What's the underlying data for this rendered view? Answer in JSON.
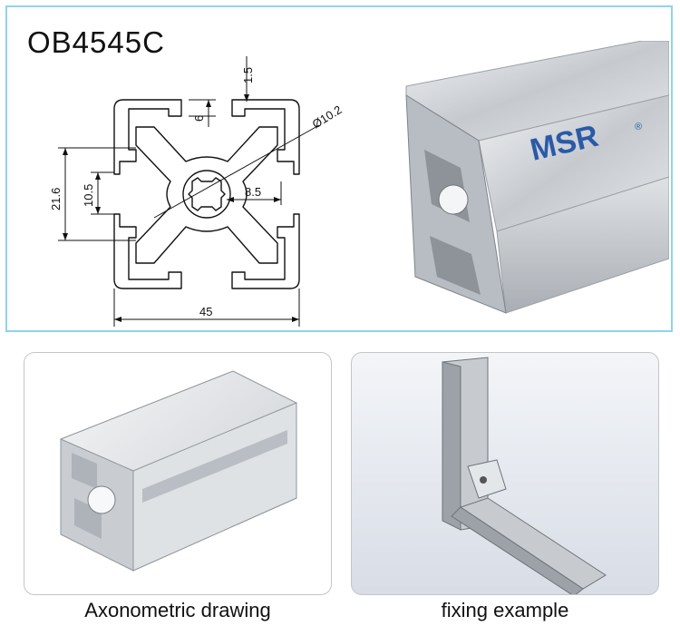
{
  "title": "OB4545C",
  "dimensions": {
    "top_gap": "1.5",
    "slot_depth": "6",
    "diameter": "Ø10.2",
    "bore_offset": "8.5",
    "slot_width": "10.5",
    "span": "21.6",
    "overall_width": "45"
  },
  "brand": {
    "logo_text": "MSR",
    "registered_mark": "®",
    "logo_color": "#2a5aa8"
  },
  "captions": {
    "axonometric": "Axonometric drawing",
    "fixing": "fixing example"
  },
  "colors": {
    "panel_border": "#8fd3ee",
    "aluminum": "#c8ccd0"
  }
}
